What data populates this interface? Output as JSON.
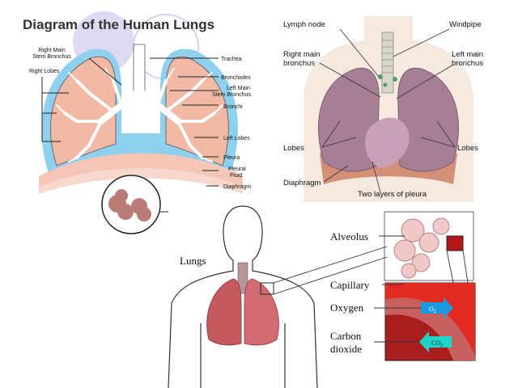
{
  "panel1": {
    "title": "Diagram of the Human Lungs",
    "labels": {
      "right_main_stem_bronchus_1": "Right Main",
      "right_main_stem_bronchus_2": "Stem Bronchus",
      "right_lobes": "Right Lobes",
      "trachea": "Trachea",
      "bronchioles": "Bronchioles",
      "left_main_stem_bronchus_1": "Left Main",
      "left_main_stem_bronchus_2": "Stem Bronchus",
      "bronchi": "Bronchi",
      "left_lobes": "Left Lobes",
      "pleura": "Pleura",
      "pleural_fluid_1": "Pleural",
      "pleural_fluid_2": "Fluid",
      "diaphragm": "Diaphragm"
    }
  },
  "panel2": {
    "labels": {
      "lymph_node": "Lymph node",
      "windpipe": "Windpipe",
      "right_main_bronchus_1": "Right main",
      "right_main_bronchus_2": "bronchus",
      "left_main_bronchus_1": "Left main",
      "left_main_bronchus_2": "bronchus",
      "lobes_left": "Lobes",
      "lobes_right": "Lobes",
      "diaphragm": "Diaphragm",
      "two_layers_of_pleura": "Two layers of pleura"
    }
  },
  "panel3": {
    "labels": {
      "lungs": "Lungs",
      "alveolus": "Alveolus",
      "capillary": "Capillary",
      "oxygen": "Oxygen",
      "carbon_dioxide_1": "Carbon",
      "carbon_dioxide_2": "dioxide",
      "o2_arrow": "O",
      "o2_sub": "2",
      "co2_arrow": "CO",
      "co2_sub": "2"
    }
  },
  "colors": {
    "lung_fill": "#f2b9a4",
    "pleura_blue": "#8fd0ee",
    "diaphragm_pink": "#f5c6b8",
    "realistic_lung": "#a77f94",
    "capillary_red": "#c61a1a",
    "oxygen_arrow": "#1c9ae0",
    "co2_arrow": "#1fd3c6"
  }
}
